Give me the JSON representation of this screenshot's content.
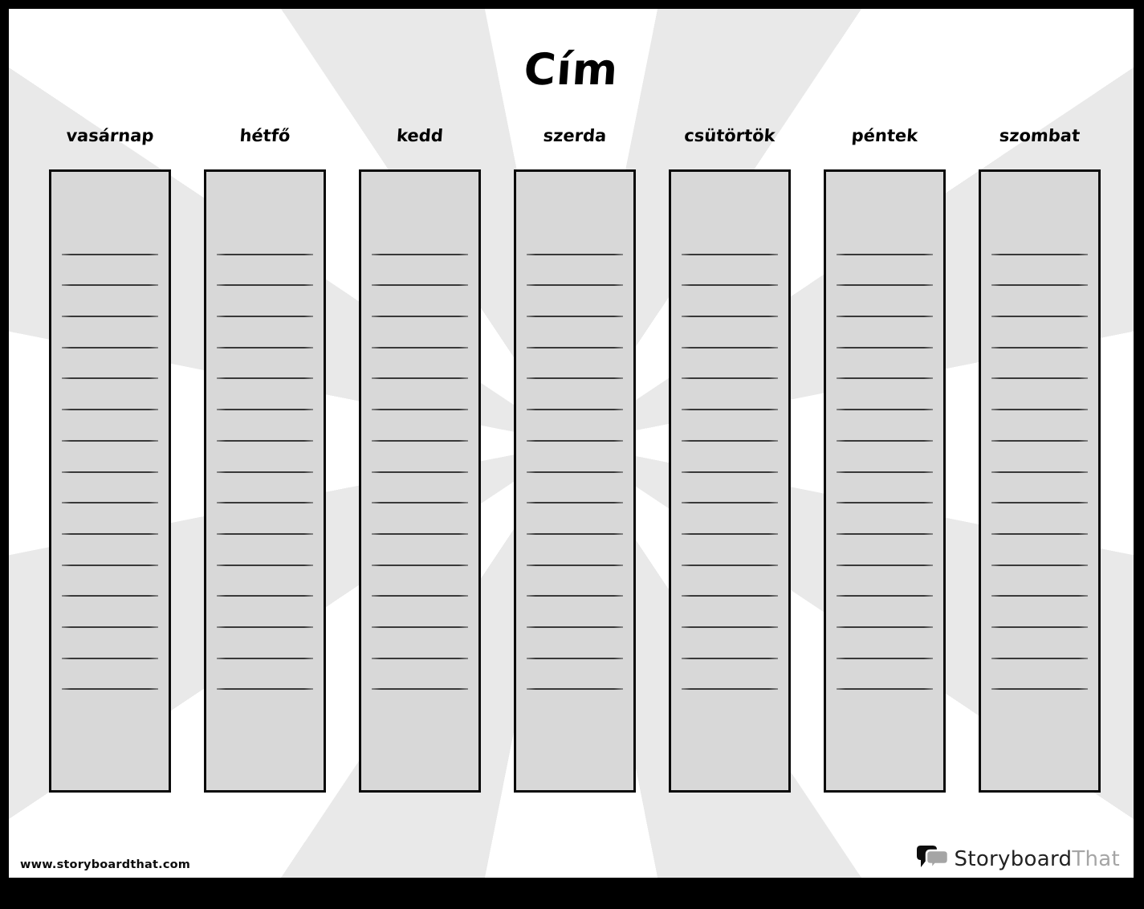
{
  "page": {
    "title": "Cím",
    "days": [
      "vasárnap",
      "hétfő",
      "kedd",
      "szerda",
      "csütörtök",
      "péntek",
      "szombat"
    ],
    "lines_per_column": 15
  },
  "footer": {
    "website": "www.storyboardthat.com",
    "logo": {
      "icon": "speech-bubbles-icon",
      "text_primary": "Storyboard",
      "text_secondary": "That"
    }
  },
  "colors": {
    "frame": "#000000",
    "background": "#ffffff",
    "ray_gray": "#e9e9e9",
    "column_fill": "#d8d8d8",
    "column_border": "#0a0a0a",
    "writing_line": "#383838",
    "logo_primary": "#222222",
    "logo_secondary": "#a5a5a5"
  }
}
